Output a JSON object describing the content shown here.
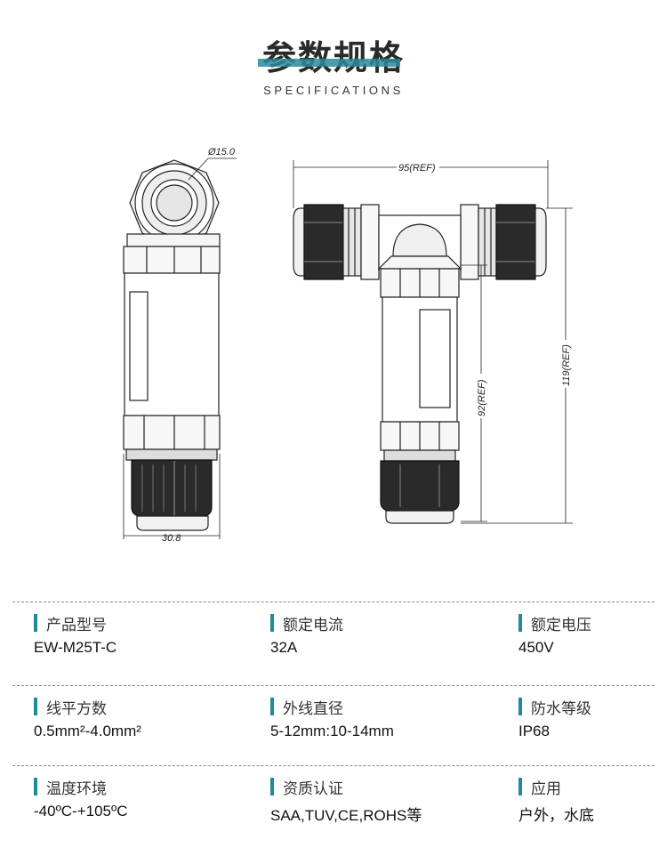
{
  "header": {
    "title": "参数规格",
    "subtitle": "SPECIFICATIONS"
  },
  "drawing": {
    "diameter_label": "Ø15.0",
    "width_label": "30.8",
    "top_label": "95(REF)",
    "mid_label": "92(REF)",
    "right_label": "119(REF)"
  },
  "specs": [
    {
      "label": "产品型号",
      "value": "EW-M25T-C"
    },
    {
      "label": "额定电流",
      "value": "32A"
    },
    {
      "label": "额定电压",
      "value": "450V"
    },
    {
      "label": "线平方数",
      "value": "0.5mm²-4.0mm²"
    },
    {
      "label": "外线直径",
      "value": "5-12mm:10-14mm"
    },
    {
      "label": "防水等级",
      "value": "IP68"
    },
    {
      "label": "温度环境",
      "value": "-40ºC-+105ºC"
    },
    {
      "label": "资质认证",
      "value": "SAA,TUV,CE,ROHS等"
    },
    {
      "label": "应用",
      "value": "户外，水底"
    }
  ],
  "colors": {
    "accent": "#1f8a9a",
    "ink": "#222222"
  }
}
